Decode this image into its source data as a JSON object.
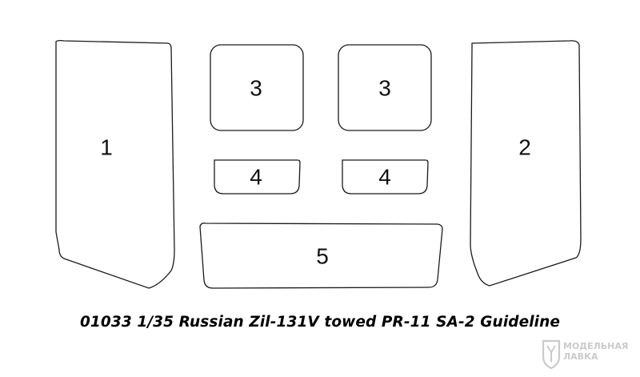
{
  "caption": "01033 1/35 Russian Zil-131V towed PR-11 SA-2 Guideline",
  "parts": {
    "p1": "1",
    "p2": "2",
    "p3a": "3",
    "p3b": "3",
    "p4a": "4",
    "p4b": "4",
    "p5": "5"
  },
  "watermark": {
    "line1": "МОДЕЛЬНАЯ",
    "line2": "ЛАВКА"
  }
}
